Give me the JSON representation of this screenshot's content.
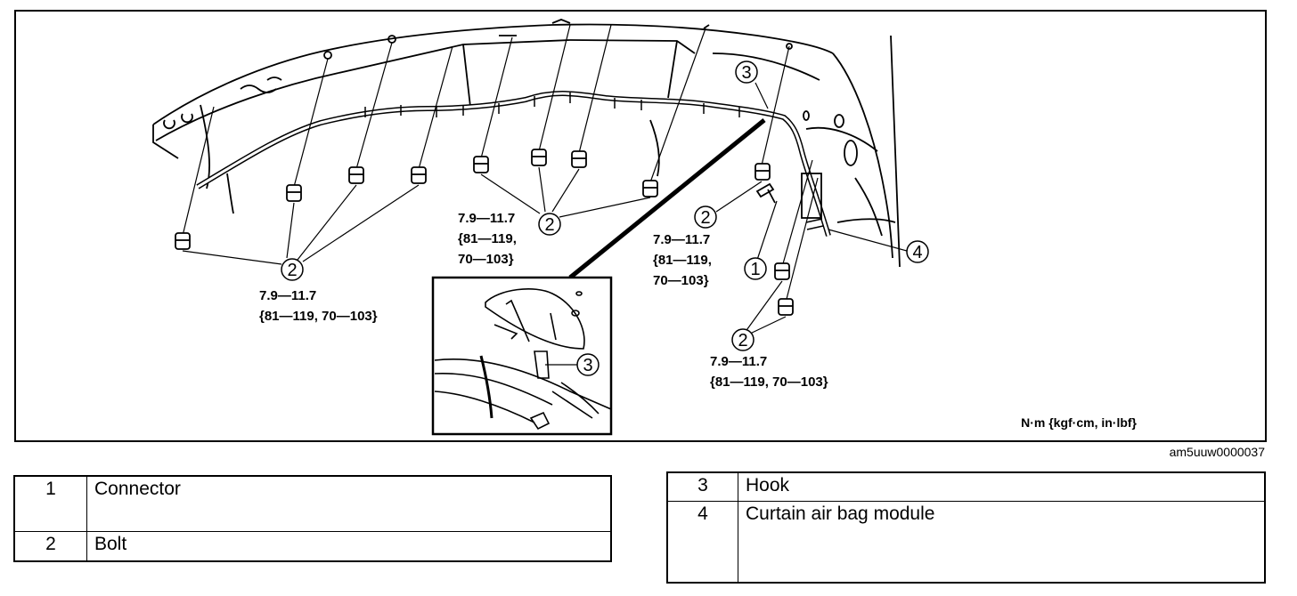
{
  "figure": {
    "callouts": [
      "1",
      "2",
      "3",
      "4"
    ],
    "torque": {
      "line1": "7.9—11.7",
      "combined": "{81—119, 70—103}",
      "kgf_part": "{81—119,",
      "inlbf_part": "70—103}"
    },
    "units": "N·m {kgf·cm, in·lbf}",
    "figure_code": "am5uuw0000037"
  },
  "legend": {
    "left": [
      {
        "num": "1",
        "label": "Connector"
      },
      {
        "num": "2",
        "label": "Bolt"
      }
    ],
    "right": [
      {
        "num": "3",
        "label": "Hook"
      },
      {
        "num": "4",
        "label": "Curtain air bag module"
      }
    ]
  }
}
